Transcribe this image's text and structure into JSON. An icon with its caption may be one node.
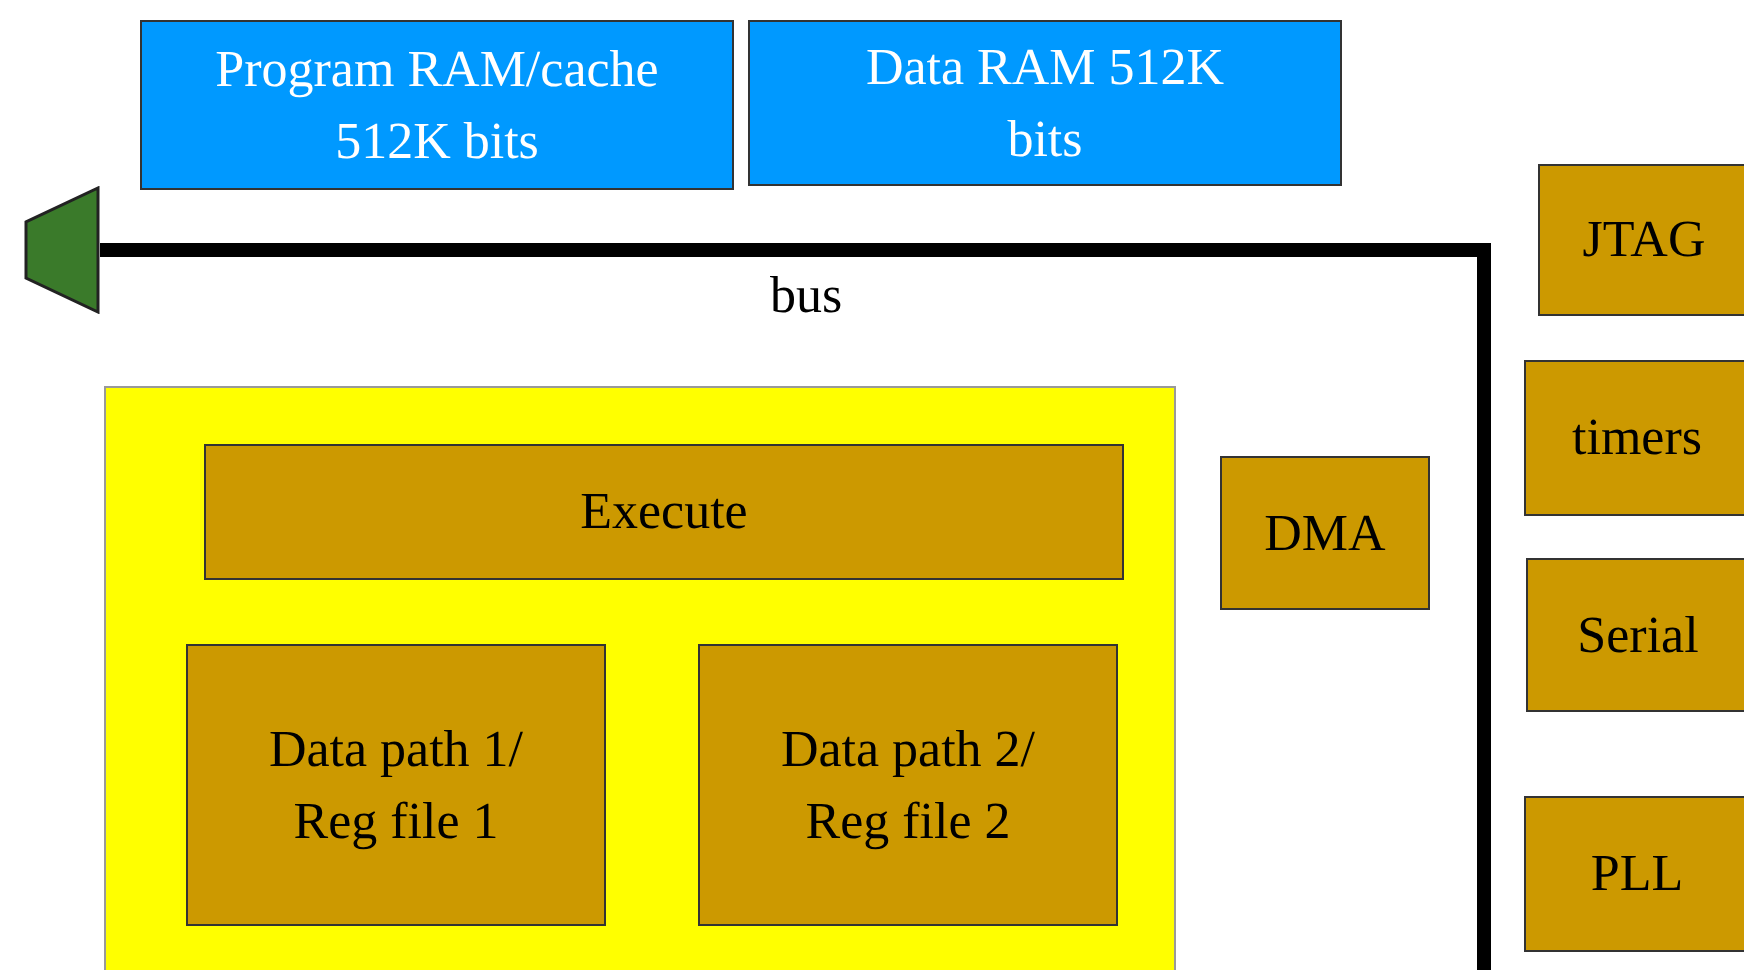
{
  "diagram": {
    "nodes": [
      {
        "text": [
          "Program RAM/cache 512K bits"
        ]
      },
      {
        "text": [
          "Data RAM 512K bits"
        ]
      },
      {
        "text": [],
        "shape": "trapezoid"
      },
      {
        "text": [
          "JTAG"
        ]
      },
      {
        "text": [
          "timers"
        ]
      },
      {
        "text": [
          "Serial"
        ]
      },
      {
        "text": [
          "PLL"
        ]
      },
      {
        "text": [],
        "shape": "box"
      },
      {
        "text": [
          "Execute"
        ],
        "in": 7
      },
      {
        "text": [
          "Data path 1/ Reg file 1"
        ],
        "in": 7
      },
      {
        "text": [
          "Data path 2/ Reg file 2"
        ],
        "in": 7
      },
      {
        "text": [
          "DMA"
        ]
      }
    ],
    "edges": [
      {
        "from": null,
        "to": 2,
        "arrow": "none",
        "label": "bus"
      }
    ]
  }
}
